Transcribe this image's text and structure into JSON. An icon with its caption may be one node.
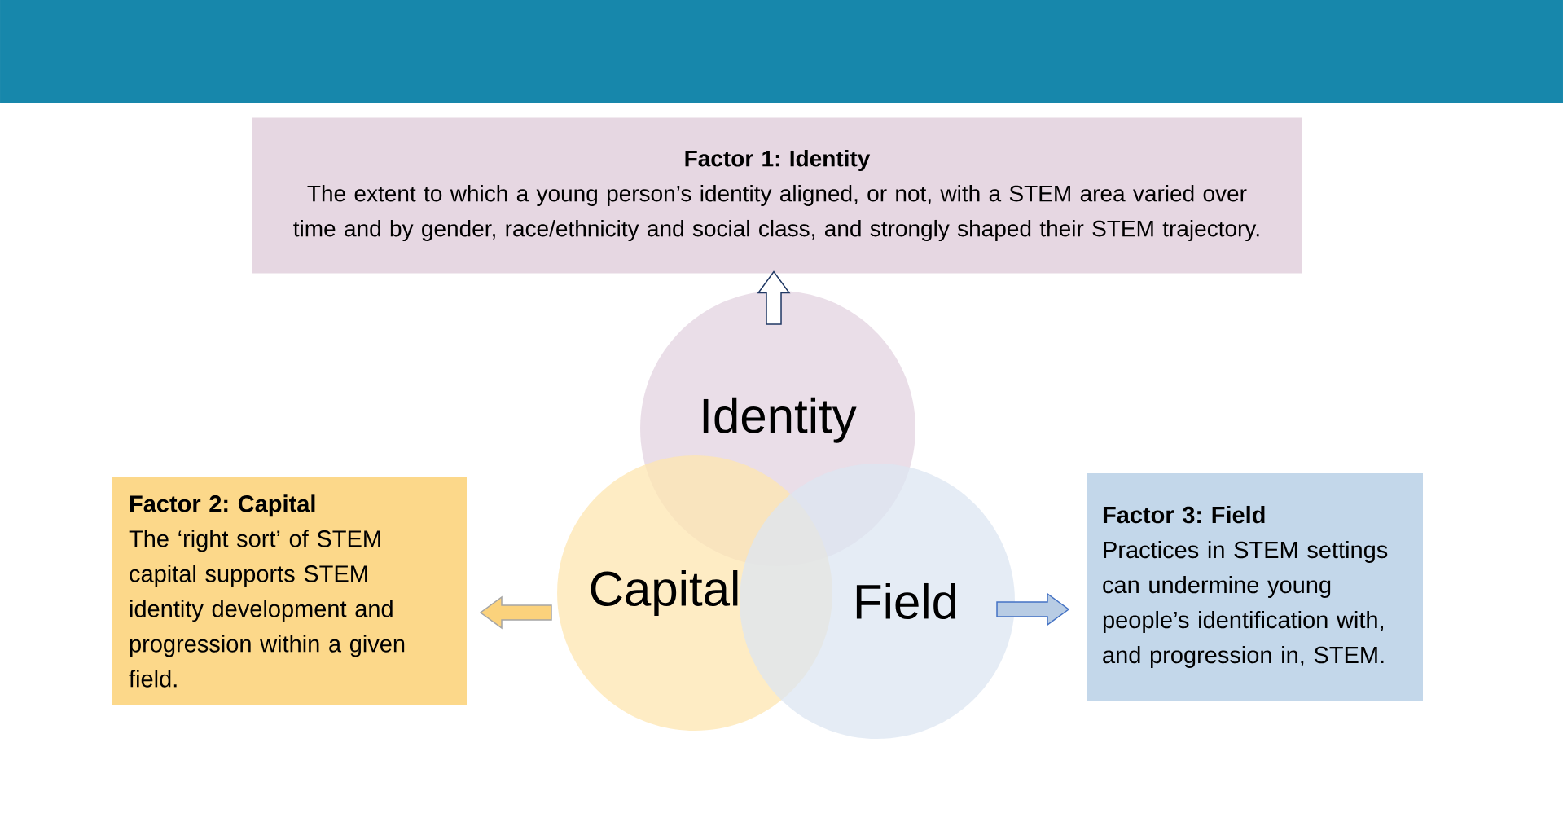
{
  "diagram": {
    "nodes": [
      {
        "text": [
          "Factor 1: Identity",
          "The extent to which a young person’s identity aligned, or not, with a STEM area varied over time and by gender, race/ethnicity and social class, and strongly shaped their STEM trajectory."
        ]
      },
      {
        "text": [
          "Identity"
        ]
      },
      {
        "text": [
          "Factor 2: Capital",
          "The ‘right sort’ of STEM capital supports STEM identity development and progression within a given field."
        ]
      },
      {
        "text": [
          "Capital"
        ]
      },
      {
        "text": [
          "Field"
        ]
      },
      {
        "text": [
          "Factor 3: Field",
          "Practices in STEM settings can undermine young people’s identification with, and progression in, STEM."
        ]
      }
    ],
    "edges": [
      {
        "from": 1,
        "to": 0,
        "arrow": "to"
      },
      {
        "from": 3,
        "to": 2,
        "arrow": "to"
      },
      {
        "from": 4,
        "to": 5,
        "arrow": "to"
      }
    ]
  }
}
